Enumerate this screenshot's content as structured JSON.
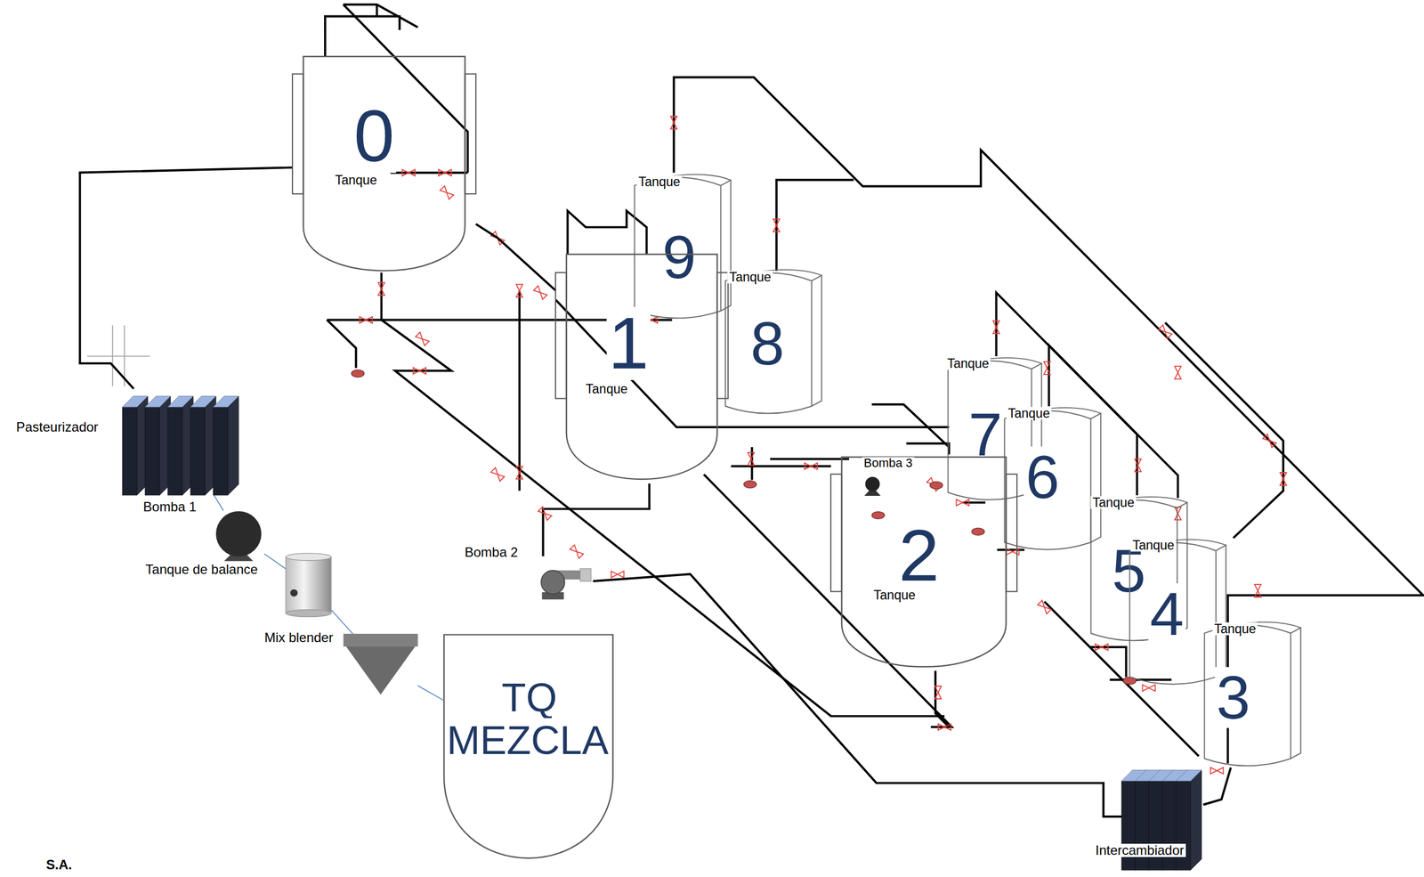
{
  "diagram": {
    "nodes": [
      {
        "text": [
          "0",
          "Tanque"
        ]
      },
      {
        "text": [
          "Tanque",
          "9"
        ]
      },
      {
        "text": [
          "1",
          "Tanque"
        ]
      },
      {
        "text": [
          "Tanque",
          "8"
        ]
      },
      {
        "text": [
          "Tanque",
          "7"
        ]
      },
      {
        "text": [
          "Tanque",
          "6"
        ]
      },
      {
        "text": [
          "Pasteurizador"
        ]
      },
      {
        "text": [
          "2",
          "Tanque"
        ]
      },
      {
        "text": [
          "Bomba 3"
        ],
        "in": 7
      },
      {
        "text": [
          "Tanque",
          "5"
        ]
      },
      {
        "text": [
          "Bomba 1"
        ]
      },
      {
        "text": [
          "Tanque",
          "4"
        ]
      },
      {
        "text": [
          "Bomba 2"
        ]
      },
      {
        "text": [
          "Tanque de balance"
        ]
      },
      {
        "text": [
          "Tanque",
          "3"
        ]
      },
      {
        "text": [
          "Mix blender"
        ]
      },
      {
        "text": [
          "TQ MEZCLA"
        ]
      },
      {
        "text": [
          "Intercambiador"
        ]
      }
    ],
    "edges": [
      {
        "from": 6,
        "to": 0,
        "arrow": "none"
      },
      {
        "from": 6,
        "to": 10,
        "arrow": "none"
      },
      {
        "from": 10,
        "to": 13,
        "arrow": "none"
      },
      {
        "from": 13,
        "to": 15,
        "arrow": "none"
      },
      {
        "from": 15,
        "to": 16,
        "arrow": "none"
      },
      {
        "from": 0,
        "to": 2,
        "arrow": "none"
      },
      {
        "from": 12,
        "to": 17,
        "arrow": "none"
      },
      {
        "from": 17,
        "to": 14,
        "arrow": "none"
      }
    ],
    "labels": [
      "S.A."
    ]
  }
}
